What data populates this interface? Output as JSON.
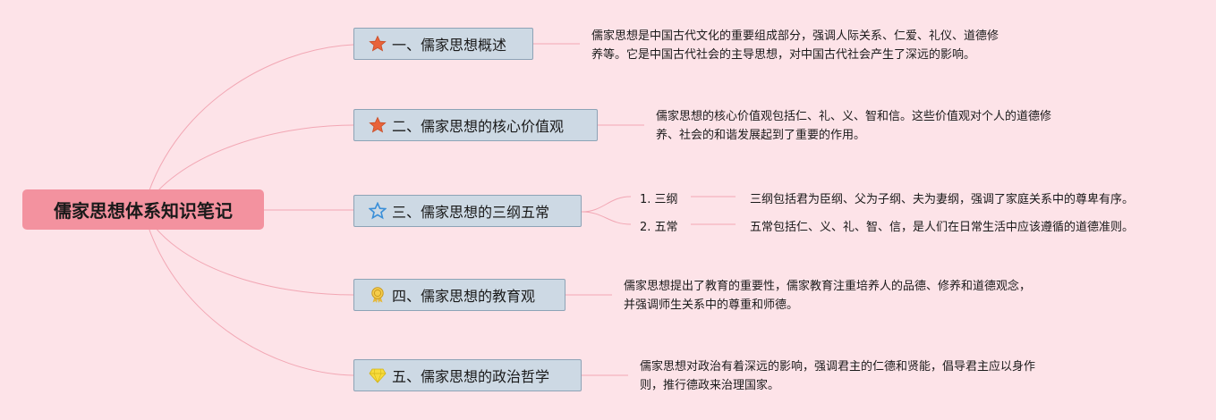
{
  "root": {
    "title": "儒家思想体系知识笔记"
  },
  "colors": {
    "background": "#fde3e8",
    "root": "#f3929f",
    "node": "#cdd9e4",
    "link": "#f2a7b4"
  },
  "topics": [
    {
      "label": "一、儒家思想概述",
      "icon": "star-orange-icon",
      "desc_lines": [
        "儒家思想是中国古代文化的重要组成部分，强调人际关系、仁爱、礼仪、道德修",
        "养等。它是中国古代社会的主导思想，对中国古代社会产生了深远的影响。"
      ]
    },
    {
      "label": "二、儒家思想的核心价值观",
      "icon": "star-orange-icon",
      "desc_lines": [
        "儒家思想的核心价值观包括仁、礼、义、智和信。这些价值观对个人的道德修",
        "养、社会的和谐发展起到了重要的作用。"
      ]
    },
    {
      "label": "三、儒家思想的三纲五常",
      "icon": "star-outline-blue-icon",
      "subtopics": [
        {
          "label": "1. 三纲",
          "desc": "三纲包括君为臣纲、父为子纲、夫为妻纲，强调了家庭关系中的尊卑有序。"
        },
        {
          "label": "2. 五常",
          "desc": "五常包括仁、义、礼、智、信，是人们在日常生活中应该遵循的道德准则。"
        }
      ]
    },
    {
      "label": "四、儒家思想的教育观",
      "icon": "medal-icon",
      "desc_lines": [
        "儒家思想提出了教育的重要性，儒家教育注重培养人的品德、修养和道德观念，",
        "并强调师生关系中的尊重和师德。"
      ]
    },
    {
      "label": "五、儒家思想的政治哲学",
      "icon": "diamond-icon",
      "desc_lines": [
        "儒家思想对政治有着深远的影响，强调君主的仁德和贤能，倡导君主应以身作",
        "则，推行德政来治理国家。"
      ]
    }
  ]
}
